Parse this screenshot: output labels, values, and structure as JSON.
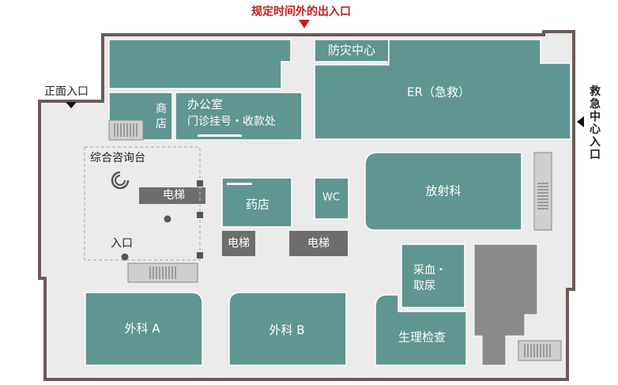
{
  "colors": {
    "room": "#5f9691",
    "room_border": "#ffffff",
    "elevator": "#6e6e6e",
    "building_floor": "#ebebeb",
    "wall": "#6b5a58",
    "service_gray": "#8a8a8a",
    "accent_red": "#c41e1e",
    "text_dark": "#222222"
  },
  "top_exit": {
    "label": "规定时间外的出入口",
    "icon": "red-down-triangle-icon"
  },
  "main_entrance": {
    "label": "正面入口",
    "icon": "black-down-triangle-icon"
  },
  "emergency_entrance": {
    "label": [
      "救",
      "急",
      "中",
      "心",
      "入",
      "口"
    ],
    "icon": "black-left-triangle-icon"
  },
  "rooms": {
    "disaster_center": "防灾中心",
    "er": "ER（急救）",
    "shop": [
      "商",
      "店"
    ],
    "office_line1": "办公室",
    "office_line2": "门诊挂号・收款处",
    "radiology": "放射科",
    "pharmacy": "药店",
    "wc": "WC",
    "blood_urine": [
      "采血・",
      "取尿"
    ],
    "surgery_a": "外科 A",
    "surgery_b": "外科 B",
    "physiology": "生理检查"
  },
  "elevators": {
    "e1": "电梯",
    "e2": "电梯",
    "e3": "电梯"
  },
  "info_desk": {
    "label": "综合咨询台",
    "icon": "info-spiral-icon"
  },
  "inner_entrance": {
    "label": "入口"
  }
}
